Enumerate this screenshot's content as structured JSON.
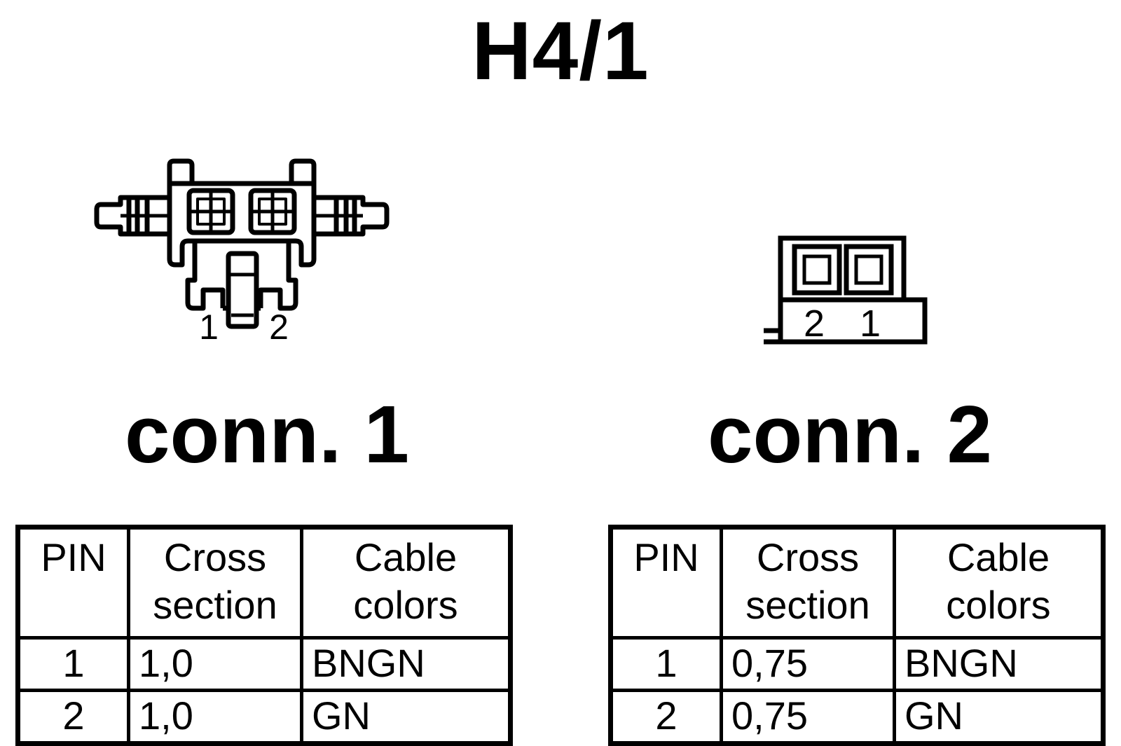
{
  "title": "H4/1",
  "connectors": [
    {
      "label": "conn. 1",
      "pin_labels": [
        "1",
        "2"
      ],
      "table": {
        "headers": [
          [
            "PIN"
          ],
          [
            "Cross",
            "section"
          ],
          [
            "Cable",
            "colors"
          ]
        ],
        "rows": [
          {
            "pin": "1",
            "cross_section": "1,0",
            "color": "BNGN"
          },
          {
            "pin": "2",
            "cross_section": "1,0",
            "color": "GN"
          }
        ]
      }
    },
    {
      "label": "conn. 2",
      "pin_labels": [
        "2",
        "1"
      ],
      "table": {
        "headers": [
          [
            "PIN"
          ],
          [
            "Cross",
            "section"
          ],
          [
            "Cable",
            "colors"
          ]
        ],
        "rows": [
          {
            "pin": "1",
            "cross_section": "0,75",
            "color": "BNGN"
          },
          {
            "pin": "2",
            "cross_section": "0,75",
            "color": "GN"
          }
        ]
      }
    }
  ]
}
